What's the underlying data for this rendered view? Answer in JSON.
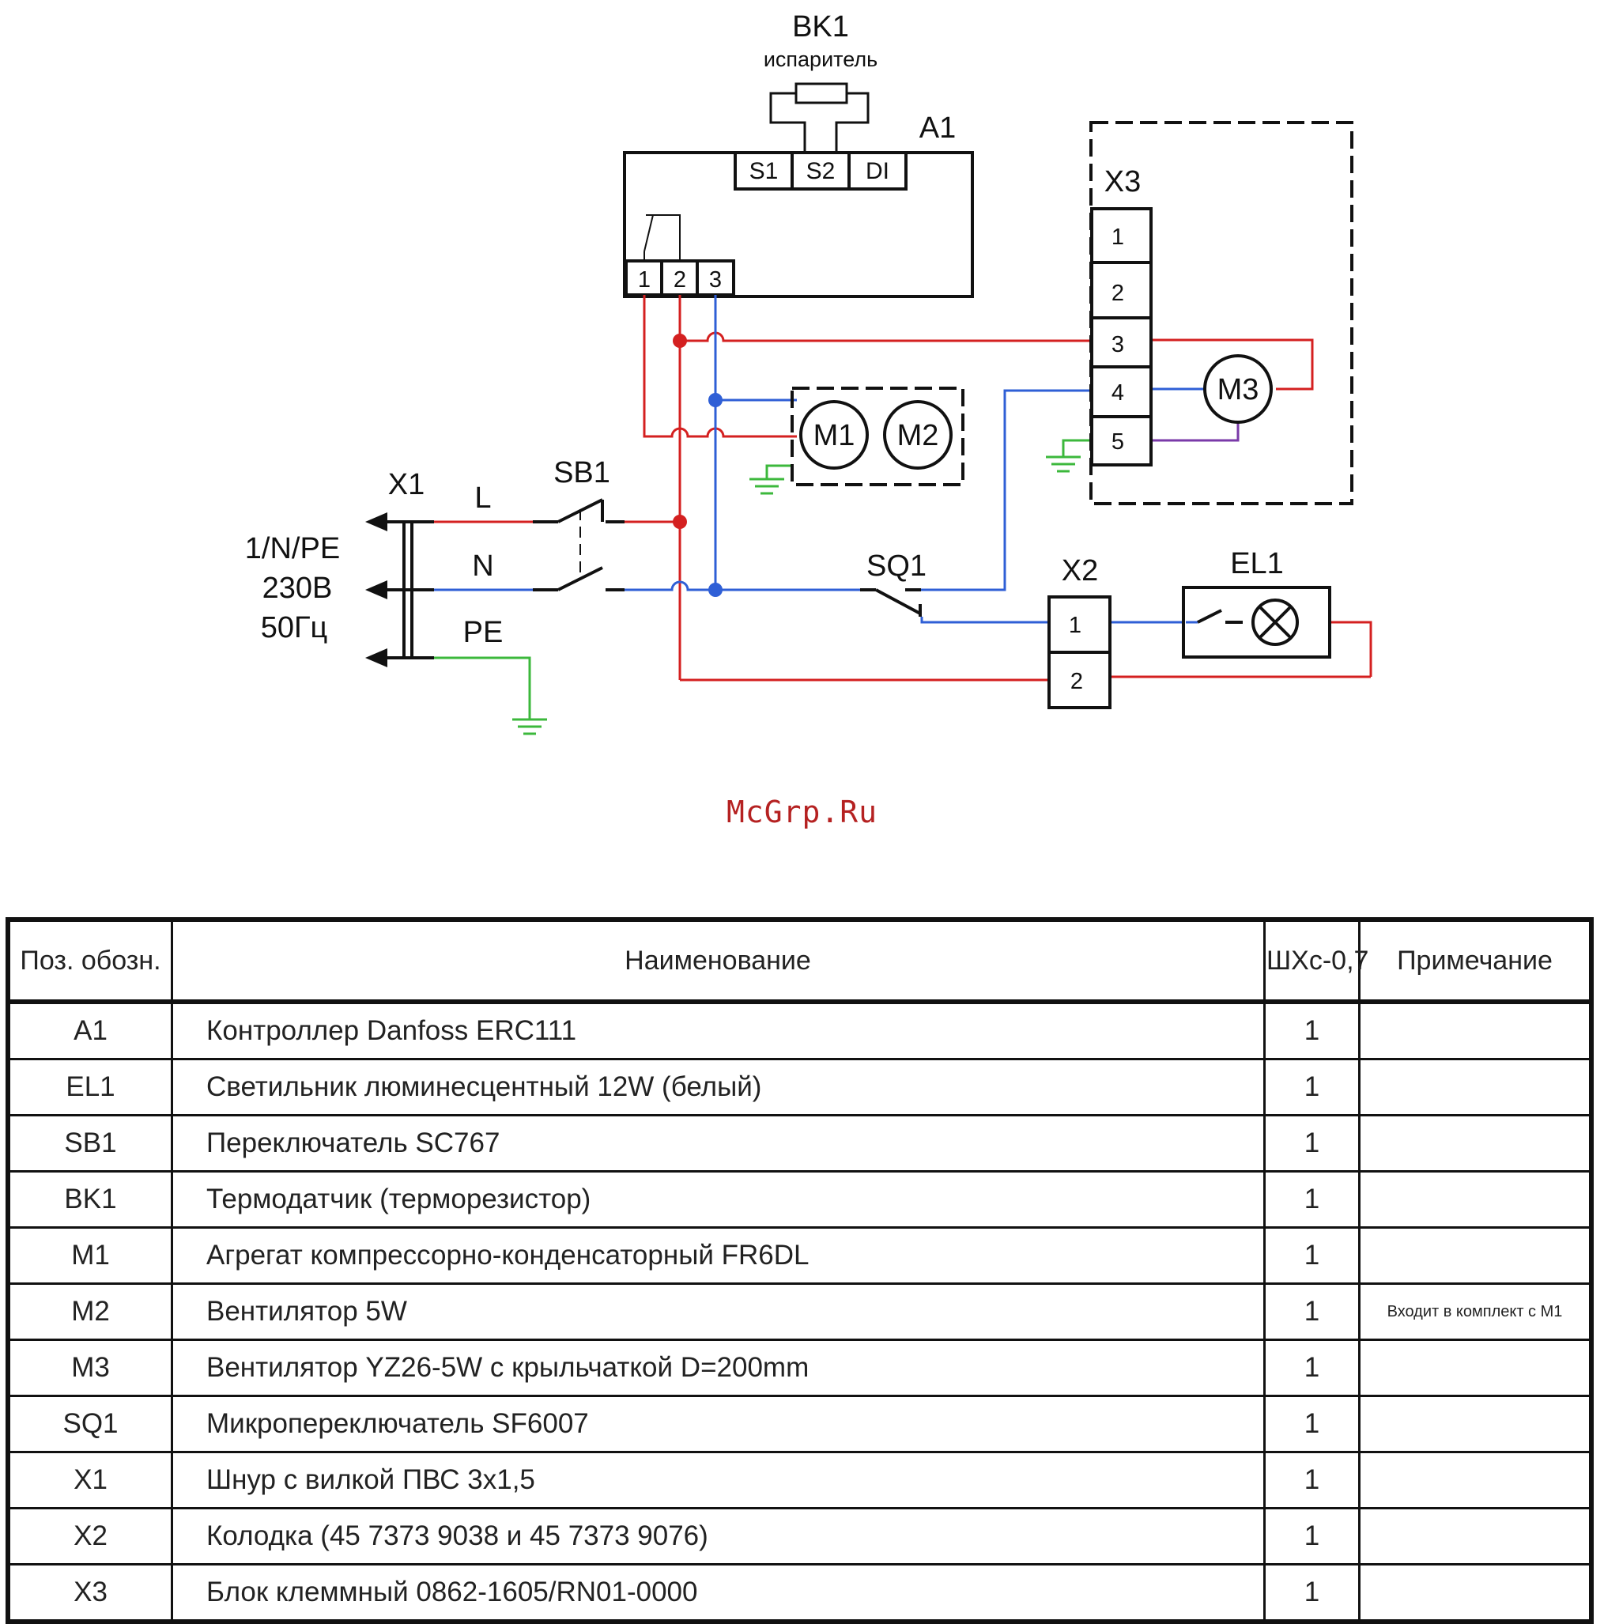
{
  "diagram": {
    "labels": {
      "bk1": "BK1",
      "bk1_sub": "испаритель",
      "a1": "A1",
      "s1": "S1",
      "s2": "S2",
      "di": "DI",
      "a1_t1": "1",
      "a1_t2": "2",
      "a1_t3": "3",
      "x3": "X3",
      "x3_t1": "1",
      "x3_t2": "2",
      "x3_t3": "3",
      "x3_t4": "4",
      "x3_t5": "5",
      "m1": "M1",
      "m2": "M2",
      "m3": "M3",
      "x1": "X1",
      "l": "L",
      "n": "N",
      "pe": "PE",
      "sb1": "SB1",
      "supply1": "1/N/PE",
      "supply2": "230В",
      "supply3": "50Гц",
      "sq1": "SQ1",
      "x2": "X2",
      "x2_t1": "1",
      "x2_t2": "2",
      "el1": "EL1"
    },
    "colors": {
      "phase": "#d42020",
      "neutral": "#2f5fd6",
      "earth": "#3cb83c",
      "x3_5_wire": "#7a3aa8",
      "line": "#111111"
    }
  },
  "watermark": "McGrp.Ru",
  "table": {
    "headers": {
      "pos": "Поз. обозн.",
      "name": "Наименование",
      "qty": "ШХс-0,7",
      "note": "Примечание"
    },
    "rows": [
      {
        "pos": "A1",
        "name": "Контроллер Danfoss ERC111",
        "qty": "1",
        "note": ""
      },
      {
        "pos": "EL1",
        "name": "Светильник люминесцентный  12W (белый)",
        "qty": "1",
        "note": ""
      },
      {
        "pos": "SB1",
        "name": "Переключатель SC767",
        "qty": "1",
        "note": ""
      },
      {
        "pos": "BK1",
        "name": "Термодатчик (терморезистор)",
        "qty": "1",
        "note": ""
      },
      {
        "pos": "M1",
        "name": "Агрегат компрессорно-конденсаторный FR6DL",
        "qty": "1",
        "note": ""
      },
      {
        "pos": "M2",
        "name": "Вентилятор 5W",
        "qty": "1",
        "note": "Входит в комплект с М1"
      },
      {
        "pos": "M3",
        "name": "Вентилятор YZ26-5W с крыльчаткой D=200mm",
        "qty": "1",
        "note": ""
      },
      {
        "pos": "SQ1",
        "name": "Микропереключатель SF6007",
        "qty": "1",
        "note": ""
      },
      {
        "pos": "X1",
        "name": "Шнур с вилкой ПВС 3х1,5",
        "qty": "1",
        "note": ""
      },
      {
        "pos": "X2",
        "name": "Колодка (45 7373 9038 и 45 7373 9076)",
        "qty": "1",
        "note": ""
      },
      {
        "pos": "X3",
        "name": "Блок клеммный 0862-1605/RN01-0000",
        "qty": "1",
        "note": ""
      }
    ]
  }
}
